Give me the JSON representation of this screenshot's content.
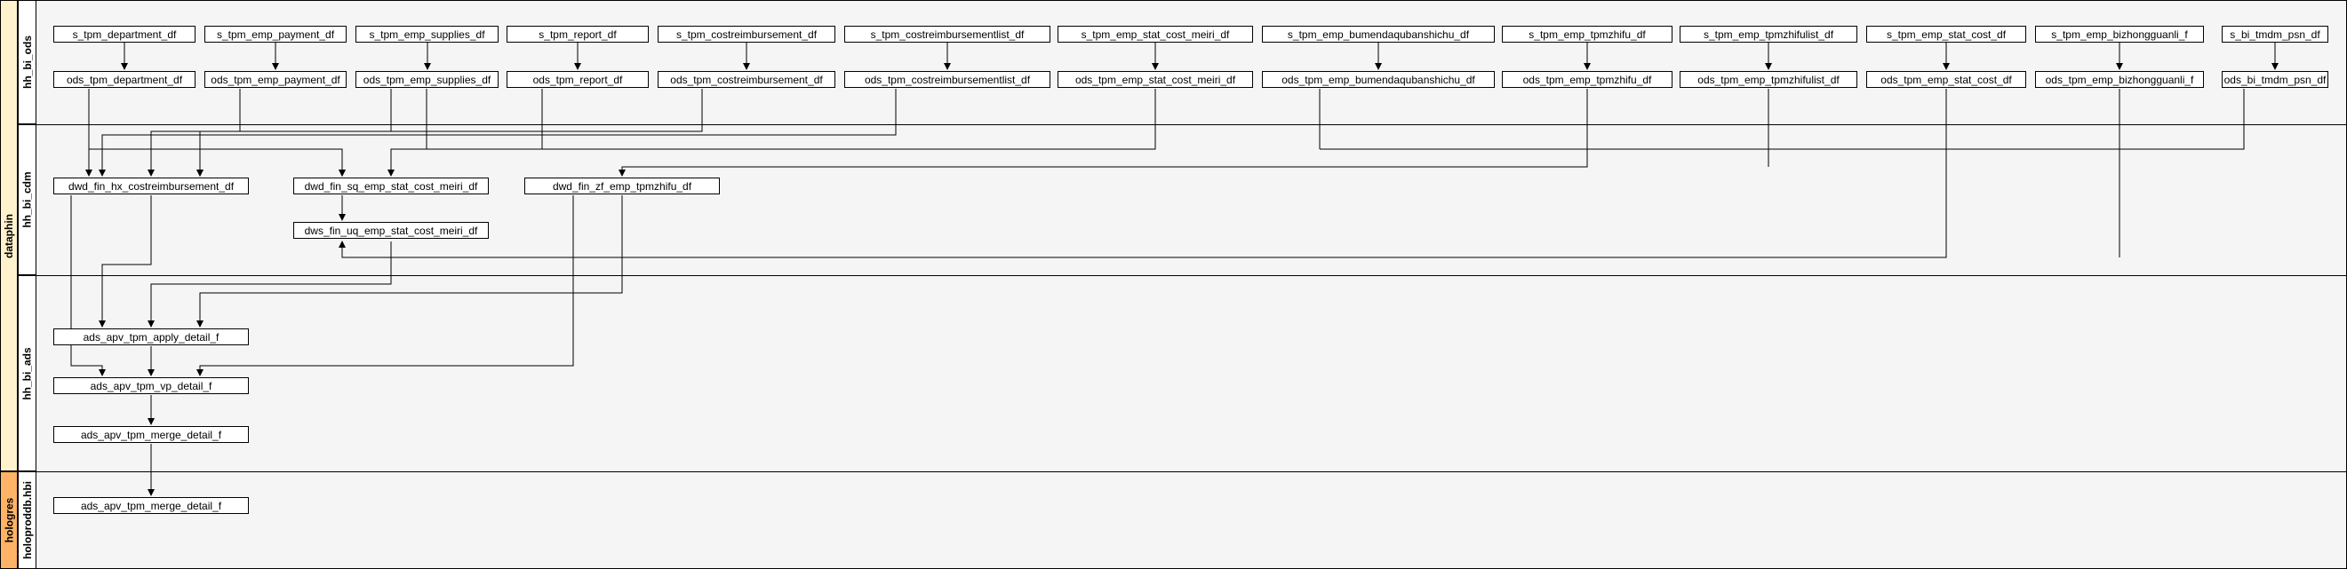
{
  "platforms": [
    {
      "id": "dataphin",
      "label": "dataphin",
      "color": "#fff2cc"
    },
    {
      "id": "hologres",
      "label": "hologres",
      "color": "#ffb366"
    }
  ],
  "lanes": [
    {
      "id": "hh_bi_ods",
      "label": "hh_bi_ods"
    },
    {
      "id": "hh_bi_cdm",
      "label": "hh_bi_cdm"
    },
    {
      "id": "hh_bi_ads",
      "label": "hh_bi_ads"
    },
    {
      "id": "holoproddb_hbi",
      "label": "holoproddb.hbi"
    }
  ],
  "nodes": {
    "s1": "s_tpm_department_df",
    "s2": "s_tpm_emp_payment_df",
    "s3": "s_tpm_emp_supplies_df",
    "s4": "s_tpm_report_df",
    "s5": "s_tpm_costreimbursement_df",
    "s6": "s_tpm_costreimbursementlist_df",
    "s7": "s_tpm_emp_stat_cost_meiri_df",
    "s8": "s_tpm_emp_bumendaqubanshichu_df",
    "s9": "s_tpm_emp_tpmzhifu_df",
    "s10": "s_tpm_emp_tpmzhifulist_df",
    "s11": "s_tpm_emp_stat_cost_df",
    "s12": "s_tpm_emp_bizhongguanli_f",
    "s13": "s_bi_tmdm_psn_df",
    "o1": "ods_tpm_department_df",
    "o2": "ods_tpm_emp_payment_df",
    "o3": "ods_tpm_emp_supplies_df",
    "o4": "ods_tpm_report_df",
    "o5": "ods_tpm_costreimbursement_df",
    "o6": "ods_tpm_costreimbursementlist_df",
    "o7": "ods_tpm_emp_stat_cost_meiri_df",
    "o8": "ods_tpm_emp_bumendaqubanshichu_df",
    "o9": "ods_tpm_emp_tpmzhifu_df",
    "o10": "ods_tpm_emp_tpmzhifulist_df",
    "o11": "ods_tpm_emp_stat_cost_df",
    "o12": "ods_tpm_emp_bizhongguanli_f",
    "o13": "ods_bi_tmdm_psn_df",
    "d1": "dwd_fin_hx_costreimbursement_df",
    "d2": "dwd_fin_sq_emp_stat_cost_meiri_df",
    "d3": "dwd_fin_zf_emp_tpmzhifu_df",
    "w1": "dws_fin_uq_emp_stat_cost_meiri_df",
    "a1": "ads_apv_tpm_apply_detail_f",
    "a2": "ads_apv_tpm_vp_detail_f",
    "a3": "ads_apv_tpm_merge_detail_f",
    "h1": "ads_apv_tpm_merge_detail_f"
  },
  "edges": [
    [
      "s1",
      "o1"
    ],
    [
      "s2",
      "o2"
    ],
    [
      "s3",
      "o3"
    ],
    [
      "s4",
      "o4"
    ],
    [
      "s5",
      "o5"
    ],
    [
      "s6",
      "o6"
    ],
    [
      "s7",
      "o7"
    ],
    [
      "s8",
      "o8"
    ],
    [
      "s9",
      "o9"
    ],
    [
      "s10",
      "o10"
    ],
    [
      "s11",
      "o11"
    ],
    [
      "s12",
      "o12"
    ],
    [
      "s13",
      "o13"
    ],
    [
      "o1",
      "d1"
    ],
    [
      "o2",
      "d1"
    ],
    [
      "o3",
      "d1"
    ],
    [
      "o5",
      "d1"
    ],
    [
      "o6",
      "d1"
    ],
    [
      "o1",
      "d2"
    ],
    [
      "o4",
      "d2"
    ],
    [
      "o7",
      "d2"
    ],
    [
      "o8",
      "d2"
    ],
    [
      "o13",
      "d2"
    ],
    [
      "o3",
      "d2"
    ],
    [
      "o9",
      "d3"
    ],
    [
      "o10",
      "d3"
    ],
    [
      "d2",
      "w1"
    ],
    [
      "o11",
      "w1"
    ],
    [
      "o12",
      "w1"
    ],
    [
      "d1",
      "a1"
    ],
    [
      "w1",
      "a1"
    ],
    [
      "d3",
      "a1"
    ],
    [
      "d1",
      "a2"
    ],
    [
      "a1",
      "a2"
    ],
    [
      "d3",
      "a2"
    ],
    [
      "a2",
      "a3"
    ],
    [
      "a3",
      "h1"
    ]
  ]
}
